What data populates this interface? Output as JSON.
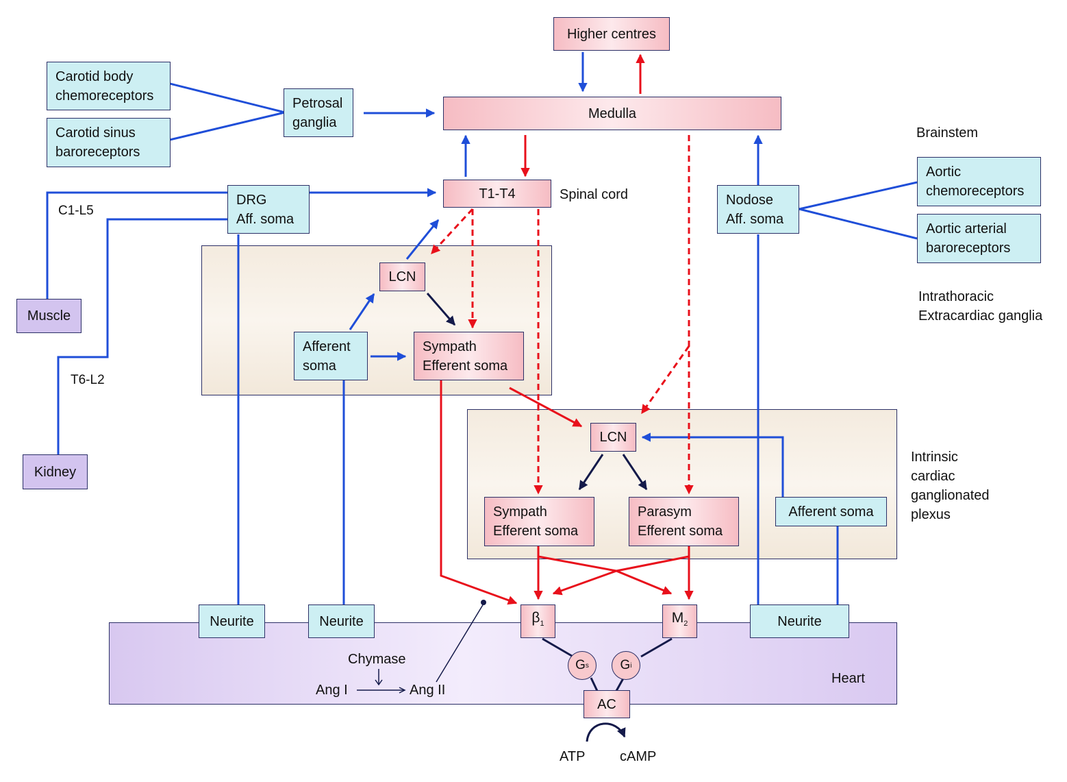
{
  "regions": {
    "brainstem": "Brainstem",
    "spinal_cord": "Spinal cord",
    "intrathoracic": [
      "Intrathoracic",
      "Extracardiac ganglia"
    ],
    "intrinsic": [
      "Intrinsic",
      "cardiac",
      "ganglionated",
      "plexus"
    ],
    "heart": "Heart"
  },
  "nodes": {
    "higher_centres": "Higher centres",
    "medulla": "Medulla",
    "t1_t4": "T1-T4",
    "carotid_body": [
      "Carotid body",
      "chemoreceptors"
    ],
    "carotid_sinus": [
      "Carotid sinus",
      "baroreceptors"
    ],
    "petrosal": [
      "Petrosal",
      "ganglia"
    ],
    "drg": [
      "DRG",
      "Aff. soma"
    ],
    "nodose": [
      "Nodose",
      "Aff. soma"
    ],
    "aortic_chemo": [
      "Aortic",
      "chemoreceptors"
    ],
    "aortic_baro": [
      "Aortic arterial",
      "baroreceptors"
    ],
    "muscle": "Muscle",
    "kidney": "Kidney",
    "lcn_upper": "LCN",
    "afferent_soma_upper": [
      "Afferent",
      "soma"
    ],
    "sympath_upper": [
      "Sympath",
      "Efferent soma"
    ],
    "lcn_lower": "LCN",
    "sympath_lower": [
      "Sympath",
      "Efferent soma"
    ],
    "parasym_lower": [
      "Parasym",
      "Efferent soma"
    ],
    "afferent_soma_lower": "Afferent soma",
    "neurite_1": "Neurite",
    "neurite_2": "Neurite",
    "neurite_3": "Neurite",
    "beta1": {
      "base": "β",
      "sub": "1"
    },
    "m2": {
      "base": "M",
      "sub": "2"
    },
    "gs": {
      "base": "G",
      "sub": "s"
    },
    "gi": {
      "base": "G",
      "sub": "i"
    },
    "ac": "AC"
  },
  "labels": {
    "c1_l5": "C1-L5",
    "t6_l2": "T6-L2",
    "chymase": "Chymase",
    "ang_i": "Ang I",
    "ang_ii": "Ang II",
    "atp": "ATP",
    "camp": "cAMP"
  },
  "colors": {
    "afferent": "#1f4ed8",
    "efferent": "#e8101b",
    "local": "#141a4a",
    "outline": "#2b2f66"
  }
}
